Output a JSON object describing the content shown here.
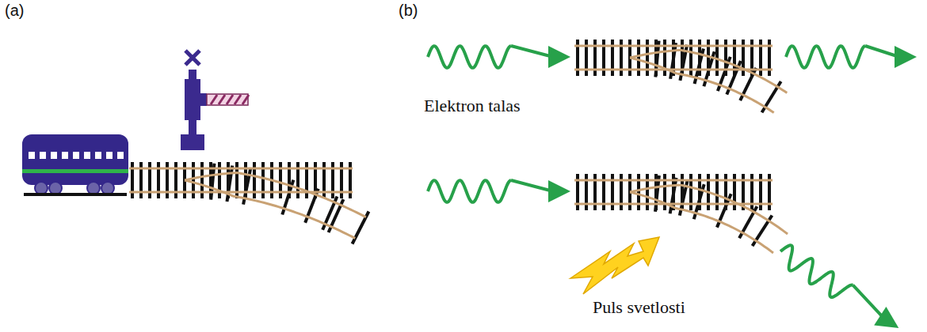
{
  "diagram": {
    "labels": [
      "(a)",
      "(b)",
      "Elektron talas",
      "Puls svetlosti"
    ]
  }
}
